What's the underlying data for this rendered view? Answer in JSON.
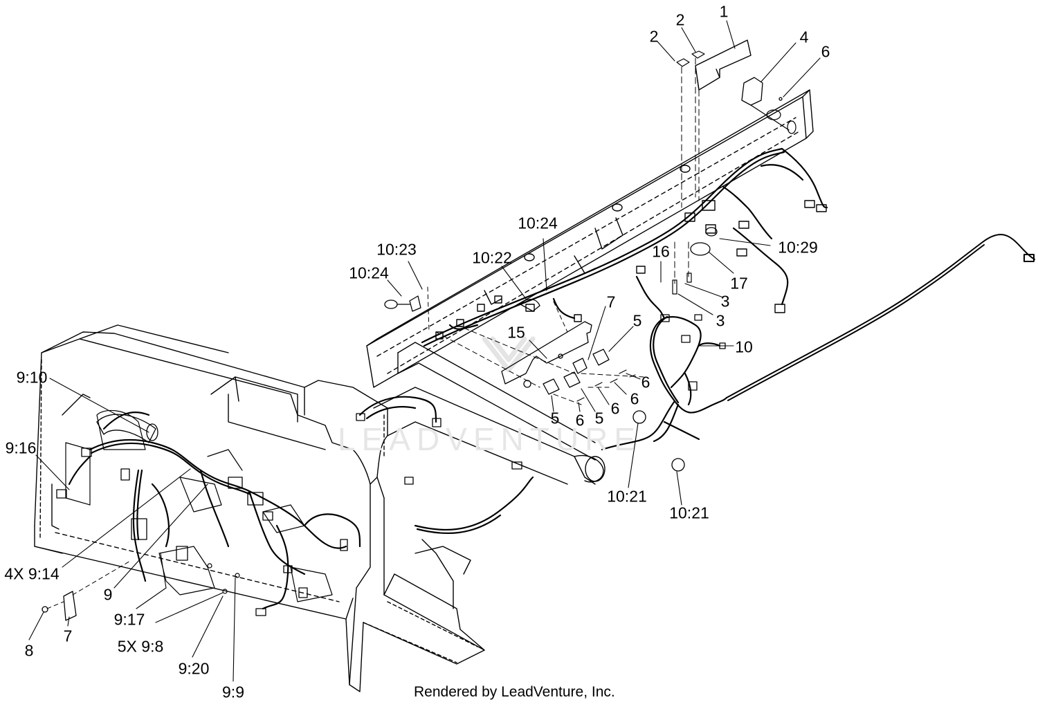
{
  "watermark": {
    "text": "LEADVENTURE",
    "logo_icon": "leadventure-logo-icon"
  },
  "footer": {
    "text": "Rendered by LeadVenture, Inc."
  },
  "callouts": [
    {
      "id": "c1",
      "text": "1"
    },
    {
      "id": "c2a",
      "text": "2"
    },
    {
      "id": "c2b",
      "text": "2"
    },
    {
      "id": "c4",
      "text": "4"
    },
    {
      "id": "c6a",
      "text": "6"
    },
    {
      "id": "c10-24a",
      "text": "10:24"
    },
    {
      "id": "c10-23",
      "text": "10:23"
    },
    {
      "id": "c10-24b",
      "text": "10:24"
    },
    {
      "id": "c10-22",
      "text": "10:22"
    },
    {
      "id": "c16",
      "text": "16"
    },
    {
      "id": "c10-29",
      "text": "10:29"
    },
    {
      "id": "c17",
      "text": "17"
    },
    {
      "id": "c3a",
      "text": "3"
    },
    {
      "id": "c3b",
      "text": "3"
    },
    {
      "id": "c7a",
      "text": "7"
    },
    {
      "id": "c15",
      "text": "15"
    },
    {
      "id": "c5a",
      "text": "5"
    },
    {
      "id": "c10",
      "text": "10"
    },
    {
      "id": "c6b",
      "text": "6"
    },
    {
      "id": "c6c",
      "text": "6"
    },
    {
      "id": "c6d",
      "text": "6"
    },
    {
      "id": "c5b",
      "text": "5"
    },
    {
      "id": "c6e",
      "text": "6"
    },
    {
      "id": "c5c",
      "text": "5"
    },
    {
      "id": "c10-21a",
      "text": "10:21"
    },
    {
      "id": "c10-21b",
      "text": "10:21"
    },
    {
      "id": "c9-10",
      "text": "9:10"
    },
    {
      "id": "c9-16",
      "text": "9:16"
    },
    {
      "id": "c4x9-14",
      "text": "4X 9:14"
    },
    {
      "id": "c9",
      "text": "9"
    },
    {
      "id": "c9-17",
      "text": "9:17"
    },
    {
      "id": "c5x9-8",
      "text": "5X 9:8"
    },
    {
      "id": "c9-20",
      "text": "9:20"
    },
    {
      "id": "c9-9",
      "text": "9:9"
    },
    {
      "id": "c8",
      "text": "8"
    },
    {
      "id": "c7b",
      "text": "7"
    }
  ]
}
